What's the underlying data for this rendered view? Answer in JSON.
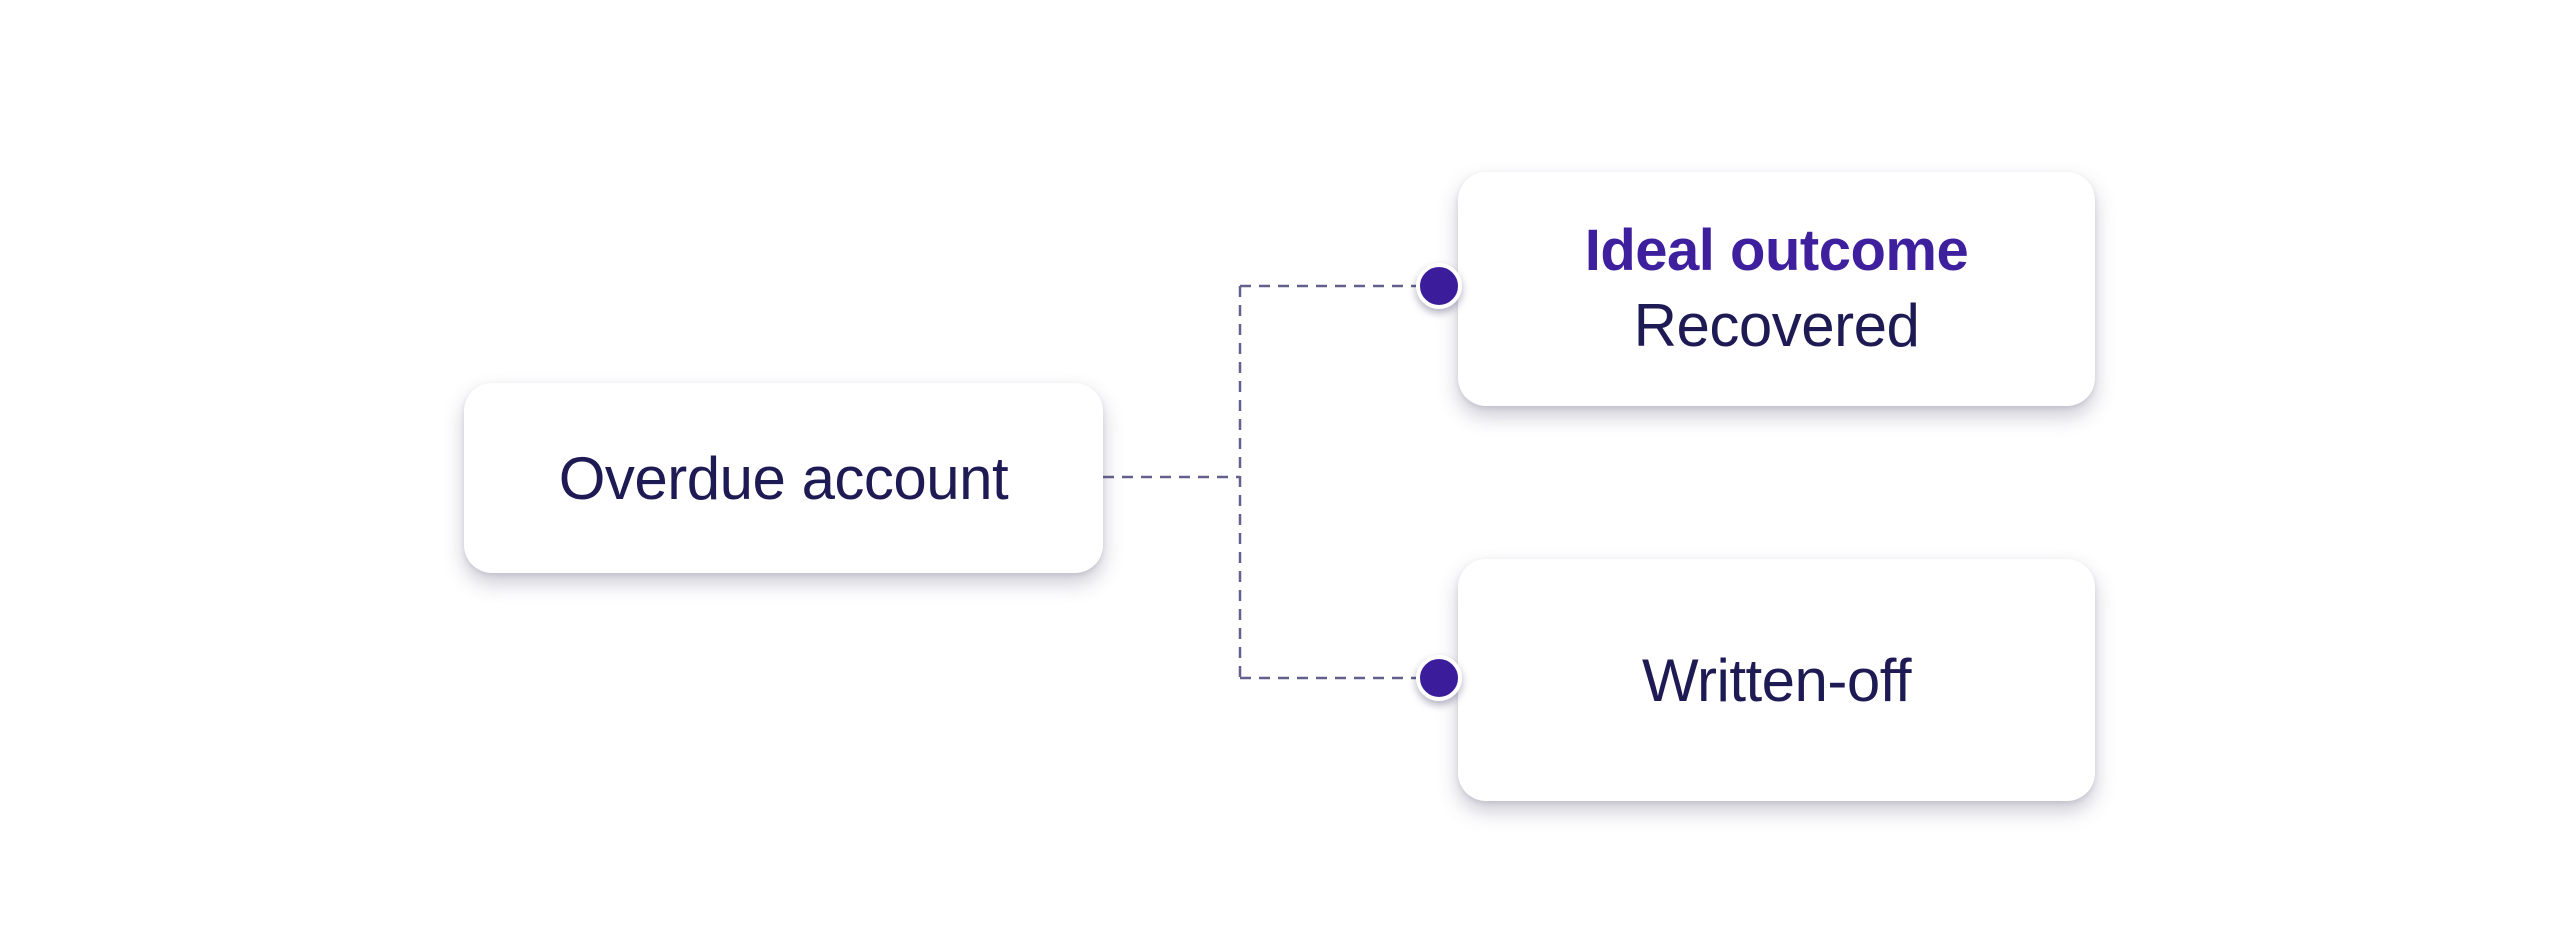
{
  "diagram": {
    "root": {
      "label": "Overdue account"
    },
    "outcomes": {
      "ideal": {
        "heading": "Ideal outcome",
        "label": "Recovered"
      },
      "written_off": {
        "label": "Written-off"
      }
    }
  },
  "colors": {
    "background": "#ffffff",
    "node_background": "#ffffff",
    "text_navy": "#1e1a54",
    "accent_purple": "#3e1f9e",
    "endpoint_dot": "#3b1d9b",
    "connector_dash": "#62608c"
  }
}
